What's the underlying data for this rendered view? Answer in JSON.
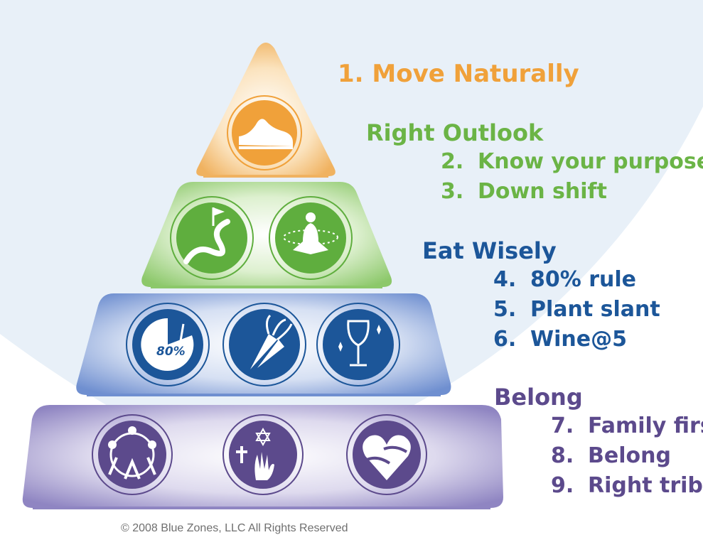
{
  "colors": {
    "orange": "#F0A13A",
    "green": "#6BB446",
    "navy": "#1C5699",
    "purple": "#5C4A8C",
    "background": "#E8F0F8"
  },
  "pyramid": {
    "tier1_icons": [
      "shoe-icon"
    ],
    "tier2_icons": [
      "winding-path-flag-icon",
      "meditation-icon"
    ],
    "tier3_icons": [
      "eighty-percent-plate-icon",
      "carrot-vegetables-icon",
      "wine-glass-icon"
    ],
    "tier3_badge": "80%",
    "tier4_icons": [
      "family-circle-icon",
      "faith-symbols-icon",
      "heart-hands-icon"
    ]
  },
  "legend": {
    "move": "1. Move Naturally",
    "outlook": {
      "heading": "Right Outlook",
      "items": [
        {
          "num": "2.",
          "text": "Know your purpose"
        },
        {
          "num": "3.",
          "text": "Down shift"
        }
      ]
    },
    "eat": {
      "heading": "Eat Wisely",
      "items": [
        {
          "num": "4.",
          "text": "80% rule"
        },
        {
          "num": "5.",
          "text": "Plant slant"
        },
        {
          "num": "6.",
          "text": "Wine@5"
        }
      ]
    },
    "belong": {
      "heading": "Belong",
      "items": [
        {
          "num": "7.",
          "text": "Family first"
        },
        {
          "num": "8.",
          "text": "Belong"
        },
        {
          "num": "9.",
          "text": "Right tribe"
        }
      ]
    }
  },
  "copyright": "© 2008 Blue Zones, LLC All Rights Reserved"
}
